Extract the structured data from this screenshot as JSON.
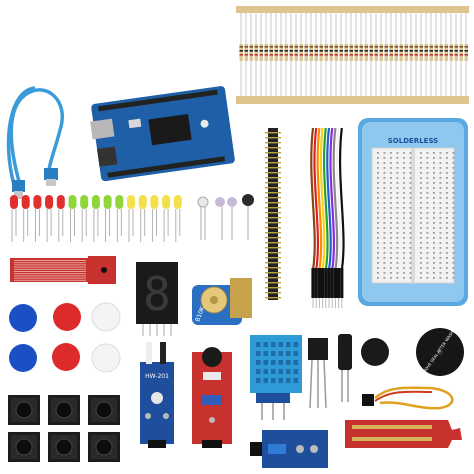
{
  "image": {
    "kind": "product-photo"
  },
  "labels": {
    "ir_module": "HW-201",
    "breadboard_card": "SOLDERLESS",
    "potentiometer": "B10K",
    "segment_digit": "8",
    "buzzer_text": "REMOVE SEAL AFTER WASHING"
  },
  "colors": {
    "arduino_blue": "#1f5fa8",
    "module_red": "#c8322e",
    "module_blue": "#1f4f9c",
    "resistor_body": "#d9c79a",
    "tape": "#e0c48f"
  }
}
